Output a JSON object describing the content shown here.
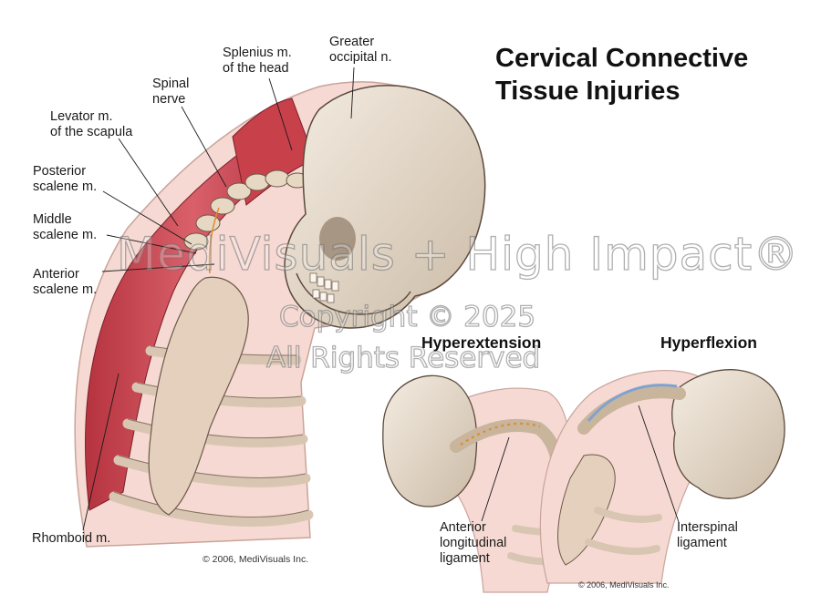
{
  "title": {
    "line1": "Cervical Connective",
    "line2": "Tissue Injuries"
  },
  "labels": {
    "splenius": [
      "Splenius m.",
      "of the head"
    ],
    "greater_occipital": [
      "Greater",
      "occipital n."
    ],
    "spinal_nerve": [
      "Spinal",
      "nerve"
    ],
    "levator": [
      "Levator m.",
      "of the scapula"
    ],
    "posterior_scalene": [
      "Posterior",
      "scalene m."
    ],
    "middle_scalene": [
      "Middle",
      "scalene m."
    ],
    "anterior_scalene": [
      "Anterior",
      "scalene m."
    ],
    "rhomboid": [
      "Rhomboid m."
    ],
    "anterior_longitudinal": [
      "Anterior",
      "longitudinal",
      "ligament"
    ],
    "interspinal": [
      "Interspinal",
      "ligament"
    ]
  },
  "subheads": {
    "hyperextension": "Hyperextension",
    "hyperflexion": "Hyperflexion"
  },
  "copyrights": {
    "main": "© 2006, MediVisuals Inc.",
    "inset": "© 2006, MediVisuals Inc."
  },
  "watermark": {
    "line1": "MediVisuals + High Impact®",
    "line2": "Copyright © 2025",
    "line3": "All Rights Reserved"
  },
  "colors": {
    "muscle": "#c8404a",
    "bone": "#e4d6c4",
    "skin": "#f2cdc4",
    "outline": "#3a2f2a",
    "nerve": "#e08a2a"
  }
}
